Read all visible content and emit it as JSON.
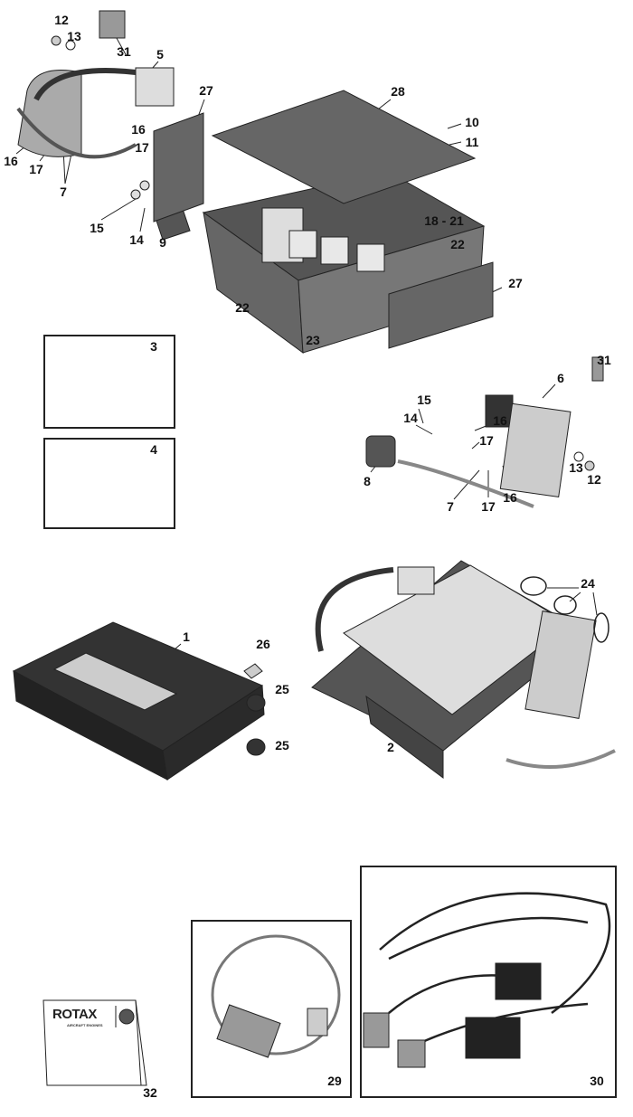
{
  "callouts": {
    "c12a": "12",
    "c13a": "13",
    "c31a": "31",
    "c5": "5",
    "c27a": "27",
    "c28": "28",
    "c10": "10",
    "c11": "11",
    "c16a": "16",
    "c17a": "17",
    "c16b": "16",
    "c17b": "17",
    "c7a": "7",
    "c15a": "15",
    "c14a": "14",
    "c9": "9",
    "c18_21": "18 - 21",
    "c22a": "22",
    "c27b": "27",
    "c22b": "22",
    "c23": "23",
    "c3": "3",
    "c4": "4",
    "c31b": "31",
    "c6": "6",
    "c15b": "15",
    "c14b": "14",
    "c16c": "16",
    "c17c": "17",
    "c8": "8",
    "c13b": "13",
    "c12b": "12",
    "c7b": "7",
    "c17d": "17",
    "c16d": "16",
    "c24": "24",
    "c1": "1",
    "c26": "26",
    "c25a": "25",
    "c25b": "25",
    "c2": "2",
    "c29": "29",
    "c30": "30",
    "c32": "32"
  },
  "manual_logo": {
    "brand": "ROTAX",
    "subtitle": "AIRCRAFT ENGINES"
  }
}
